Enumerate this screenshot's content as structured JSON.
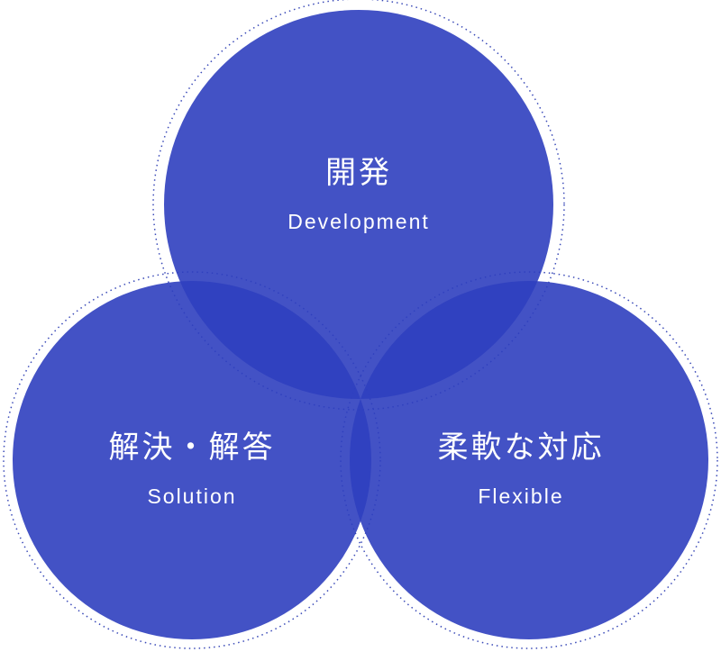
{
  "circles": [
    {
      "id": "development",
      "title": "開発",
      "subtitle": "Development"
    },
    {
      "id": "solution",
      "title": "解決・解答",
      "subtitle": "Solution"
    },
    {
      "id": "flexible",
      "title": "柔軟な対応",
      "subtitle": "Flexible"
    }
  ],
  "colors": {
    "circle_fill": "#2f3fbf",
    "outline_dots": "#3a4ab8",
    "text": "#ffffff"
  }
}
